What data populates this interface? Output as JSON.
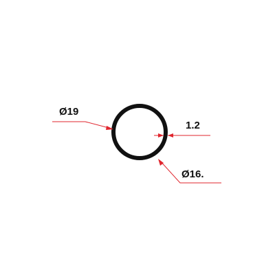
{
  "colors": {
    "background": "#ffffff",
    "profile": "#111111",
    "dimension": "#e0262e",
    "text": "#111111"
  },
  "dimensions": {
    "outer_diameter_label": "Ø19",
    "wall_thickness_label": "1.2",
    "inner_diameter_label": "Ø16."
  }
}
